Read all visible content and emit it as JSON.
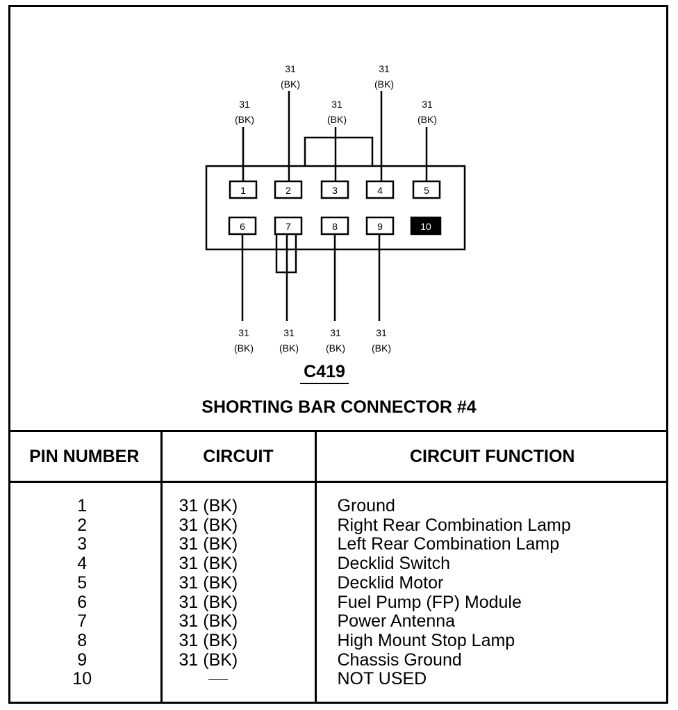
{
  "connector": {
    "id": "C419",
    "title": "SHORTING BAR CONNECTOR #4",
    "pins_top": [
      "1",
      "2",
      "3",
      "4",
      "5"
    ],
    "pins_bottom": [
      "6",
      "7",
      "8",
      "9",
      "10"
    ],
    "wire_code": "31",
    "wire_color": "(BK)"
  },
  "table": {
    "headers": [
      "PIN NUMBER",
      "CIRCUIT",
      "CIRCUIT FUNCTION"
    ],
    "rows": [
      {
        "pin": "1",
        "circuit": "31 (BK)",
        "function": "Ground"
      },
      {
        "pin": "2",
        "circuit": "31 (BK)",
        "function": "Right Rear Combination Lamp"
      },
      {
        "pin": "3",
        "circuit": "31 (BK)",
        "function": "Left Rear Combination Lamp"
      },
      {
        "pin": "4",
        "circuit": "31 (BK)",
        "function": "Decklid Switch"
      },
      {
        "pin": "5",
        "circuit": "31 (BK)",
        "function": "Decklid Motor"
      },
      {
        "pin": "6",
        "circuit": "31 (BK)",
        "function": "Fuel Pump (FP) Module"
      },
      {
        "pin": "7",
        "circuit": "31 (BK)",
        "function": "Power Antenna"
      },
      {
        "pin": "8",
        "circuit": "31 (BK)",
        "function": "High Mount Stop Lamp"
      },
      {
        "pin": "9",
        "circuit": "31 (BK)",
        "function": "Chassis Ground"
      },
      {
        "pin": "10",
        "circuit": "—",
        "function": "NOT USED"
      }
    ]
  }
}
